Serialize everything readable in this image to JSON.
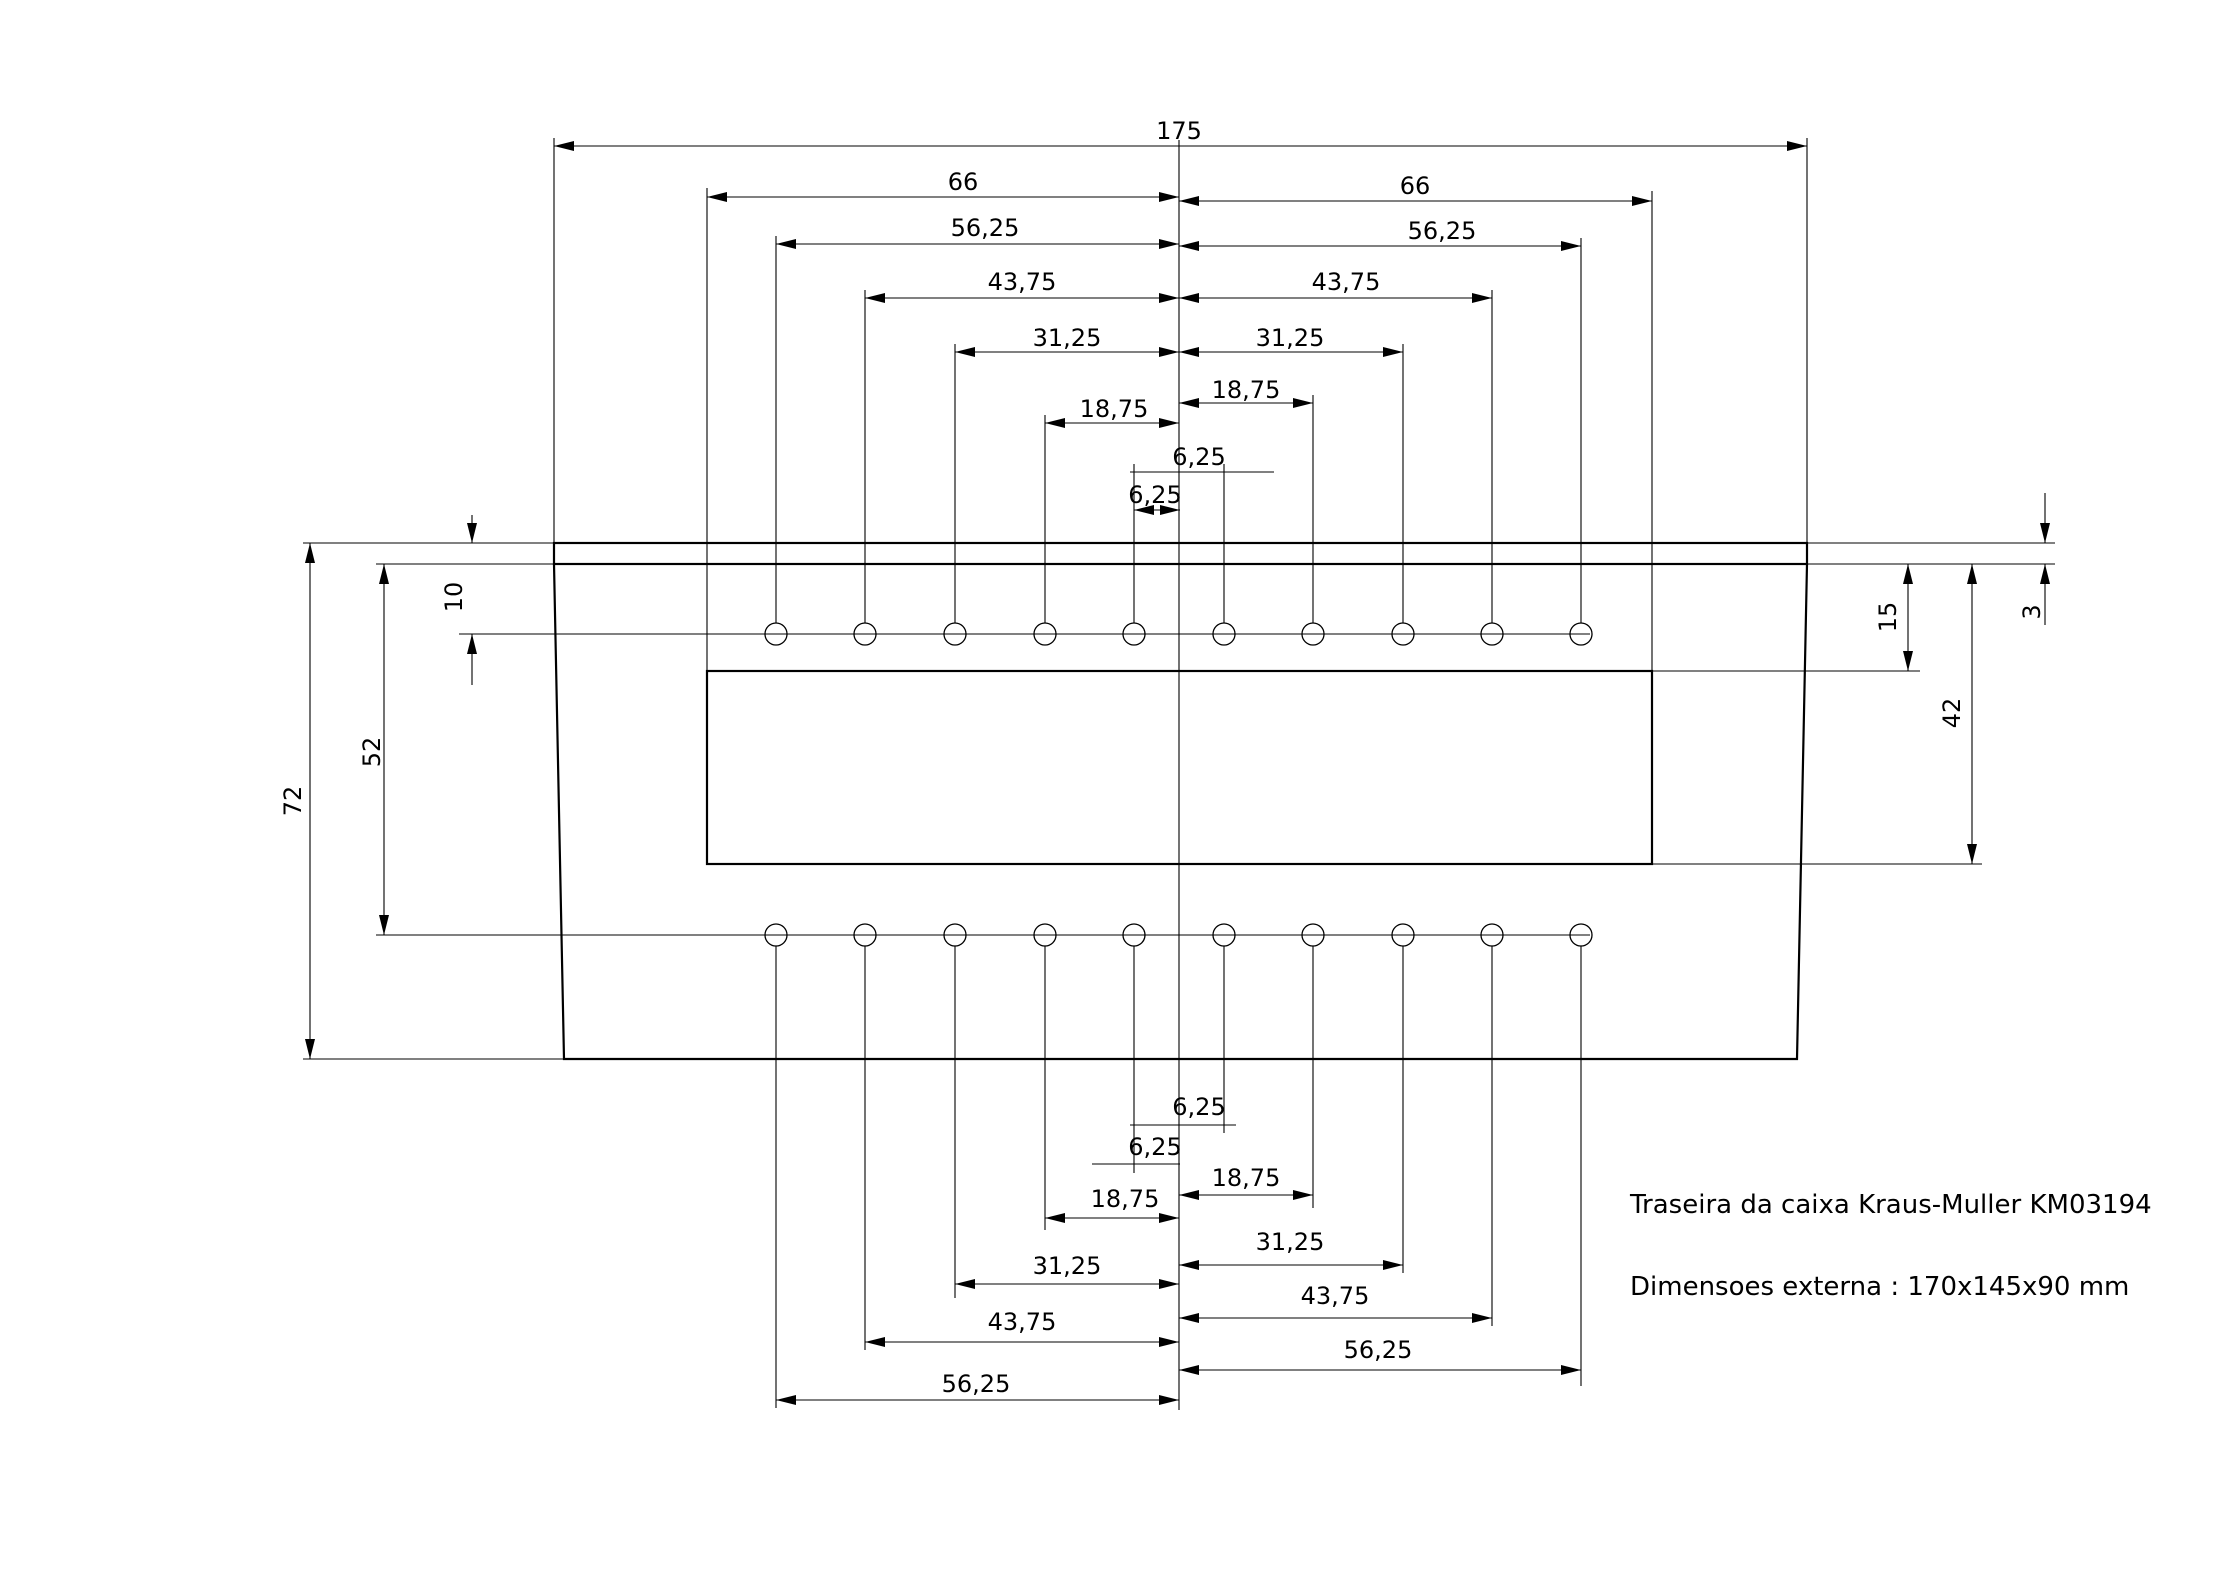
{
  "title": "Traseira da caixa Kraus-Muller KM03194",
  "subtitle": "Dimensoes externa : 170x145x90 mm",
  "dimensions": {
    "overall_width": "175",
    "half_width_left": "66",
    "half_width_right": "66",
    "top_holes": {
      "left": [
        "56,25",
        "43,75",
        "31,25",
        "18,75",
        "6,25"
      ],
      "right": [
        "56,25",
        "43,75",
        "31,25",
        "18,75",
        "6,25"
      ]
    },
    "bottom_holes": {
      "left": [
        "56,25",
        "43,75",
        "31,25",
        "18,75",
        "6,25"
      ],
      "right": [
        "56,25",
        "43,75",
        "31,25",
        "18,75",
        "6,25"
      ]
    },
    "height_total": "72",
    "height_holes": "52",
    "top_hole_offset": "10",
    "rim_height": "3",
    "window_top": "15",
    "window_bottom": "42"
  },
  "holes": {
    "top_row_count": 10,
    "bottom_row_count": 10
  }
}
